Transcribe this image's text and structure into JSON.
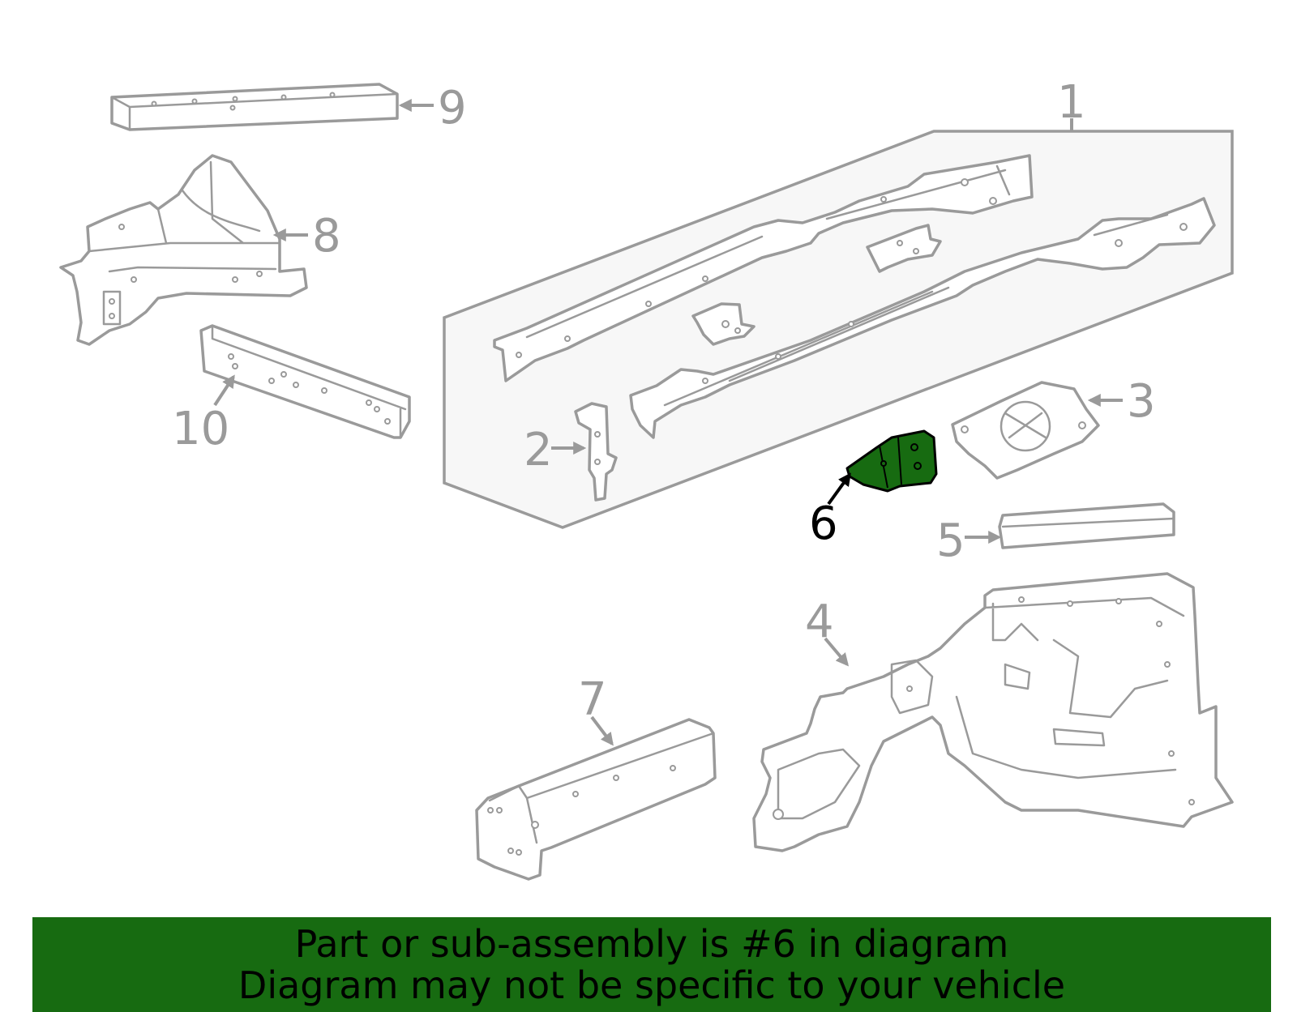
{
  "diagram": {
    "callouts": {
      "c1": "1",
      "c2": "2",
      "c3": "3",
      "c4": "4",
      "c5": "5",
      "c6": "6",
      "c7": "7",
      "c8": "8",
      "c9": "9",
      "c10": "10"
    },
    "highlighted_part": "6",
    "colors": {
      "line": "#9a9a9a",
      "highlight_fill": "#176b11",
      "highlight_outline": "#000000",
      "assembly_box": "#f7f7f7",
      "banner": "#176b11"
    }
  },
  "banner": {
    "line1": "Part or sub-assembly is #6 in diagram",
    "line2": "Diagram may not be specific to your vehicle"
  }
}
